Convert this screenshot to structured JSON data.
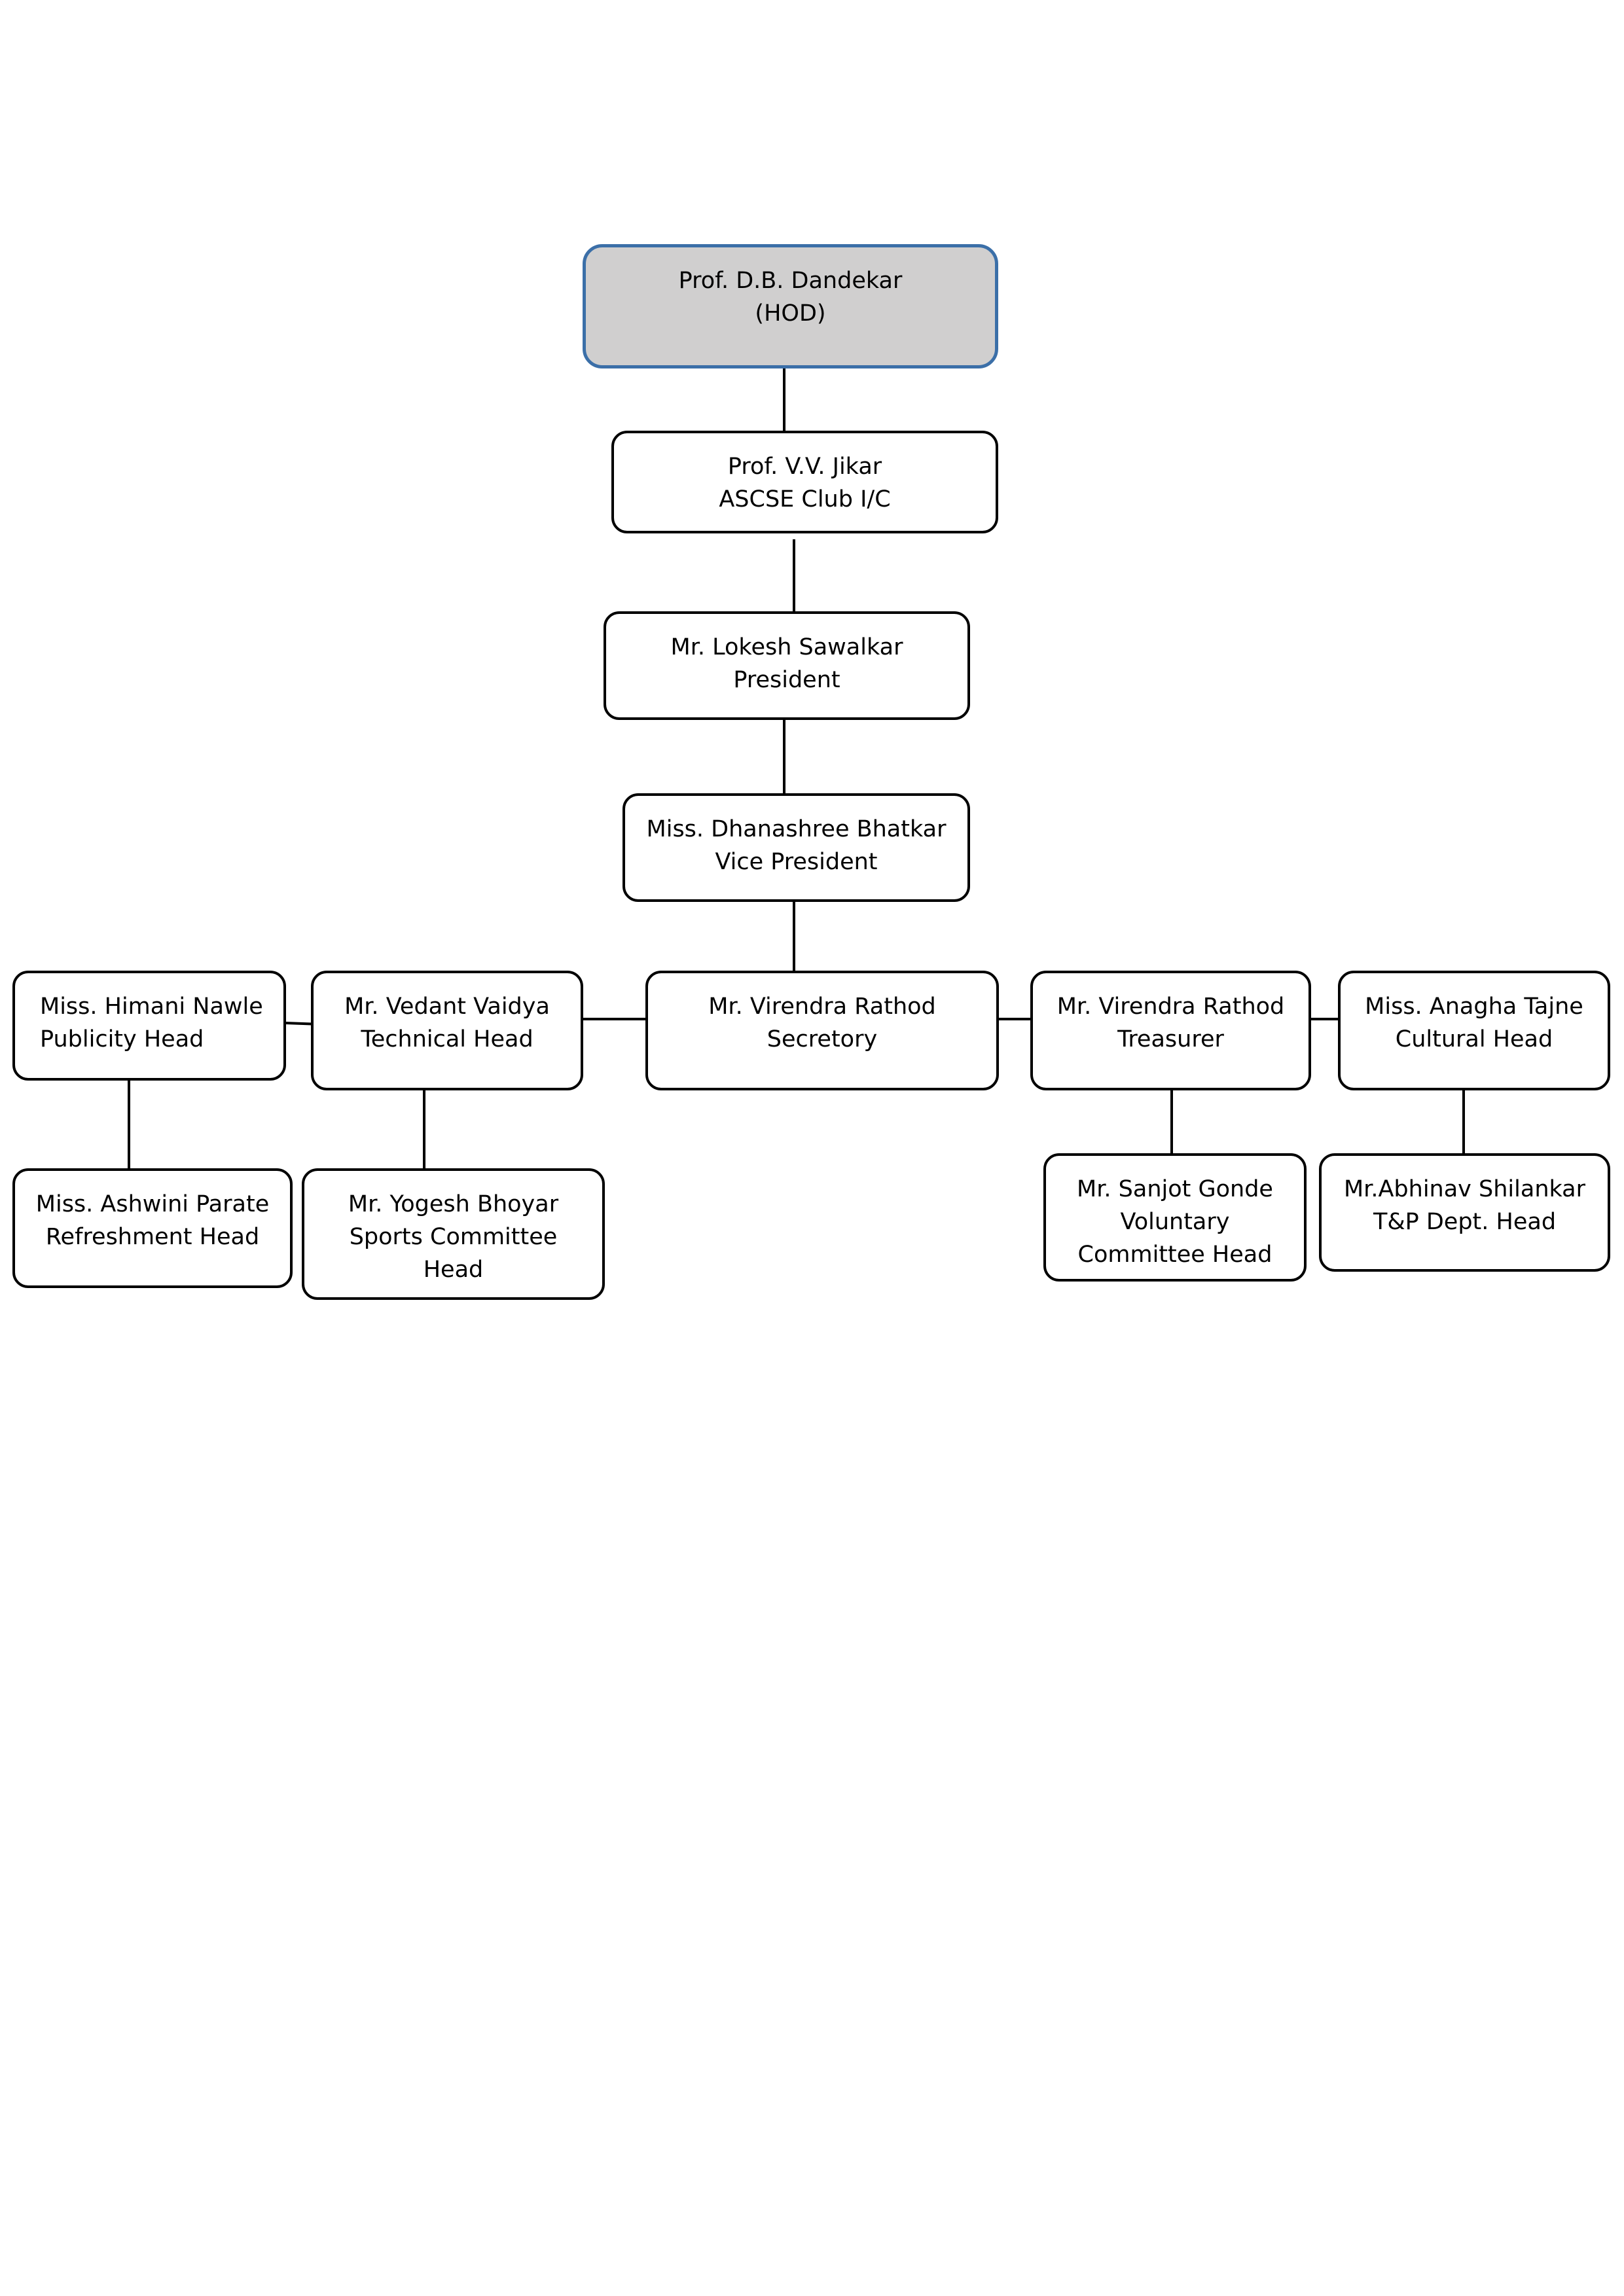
{
  "org_chart": {
    "nodes": [
      {
        "id": "hod",
        "lines": [
          "Prof. D.B. Dandekar",
          "(HOD)"
        ]
      },
      {
        "id": "club-ic",
        "lines": [
          "Prof. V.V. Jikar",
          "ASCSE Club I/C"
        ]
      },
      {
        "id": "president",
        "lines": [
          "Mr. Lokesh Sawalkar",
          "President"
        ]
      },
      {
        "id": "vice-president",
        "lines": [
          "Miss. Dhanashree Bhatkar",
          "Vice President"
        ]
      },
      {
        "id": "publicity-head",
        "lines": [
          "Miss. Himani Nawle",
          "Publicity Head"
        ]
      },
      {
        "id": "technical-head",
        "lines": [
          "Mr. Vedant Vaidya",
          "Technical Head"
        ]
      },
      {
        "id": "secretary",
        "lines": [
          "Mr. Virendra Rathod",
          "Secretory"
        ]
      },
      {
        "id": "treasurer",
        "lines": [
          "Mr. Virendra Rathod",
          "Treasurer"
        ]
      },
      {
        "id": "cultural-head",
        "lines": [
          "Miss. Anagha Tajne",
          "Cultural Head"
        ]
      },
      {
        "id": "refreshment-head",
        "lines": [
          "Miss. Ashwini Parate",
          "Refreshment Head"
        ]
      },
      {
        "id": "sports-committee-head",
        "lines": [
          "Mr. Yogesh Bhoyar",
          "Sports Committee",
          "Head"
        ]
      },
      {
        "id": "voluntary-committee-head",
        "lines": [
          "Mr. Sanjot Gonde",
          "Voluntary",
          "Committee Head"
        ]
      },
      {
        "id": "tp-dept-head",
        "lines": [
          "Mr.Abhinav Shilankar",
          "T&P Dept. Head"
        ]
      }
    ],
    "colors": {
      "hod_fill": "#d0cfcf",
      "hod_border": "#3b6fa8",
      "box_border": "#000000",
      "connector": "#000000"
    }
  }
}
